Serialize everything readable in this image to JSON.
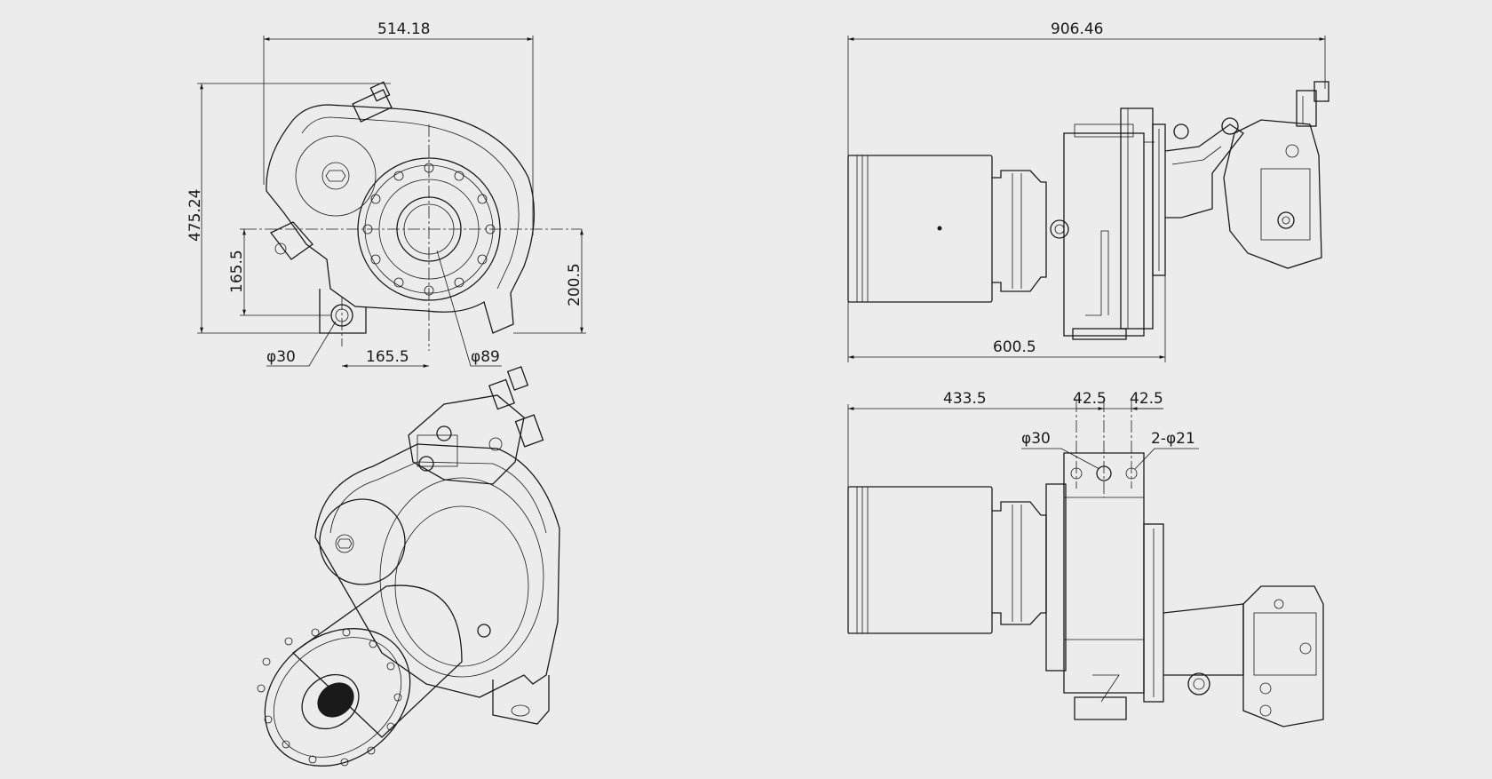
{
  "drawing": {
    "colors": {
      "background": "#ececec",
      "line": "#1a1a1a"
    },
    "front_view": {
      "width": "514.18",
      "height": "475.24",
      "axis_height_left": "165.5",
      "axis_height_right": "200.5",
      "hole_offset": "165.5",
      "mount_hole": "φ30",
      "bore": "φ89"
    },
    "side_view": {
      "overall_length": "906.46",
      "length_to_flange": "600.5"
    },
    "bottom_view": {
      "length_to_hole": "433.5",
      "hole_pitch_left": "42.5",
      "hole_pitch_right": "42.5",
      "center_hole": "φ30",
      "side_holes": "2-φ21"
    }
  }
}
